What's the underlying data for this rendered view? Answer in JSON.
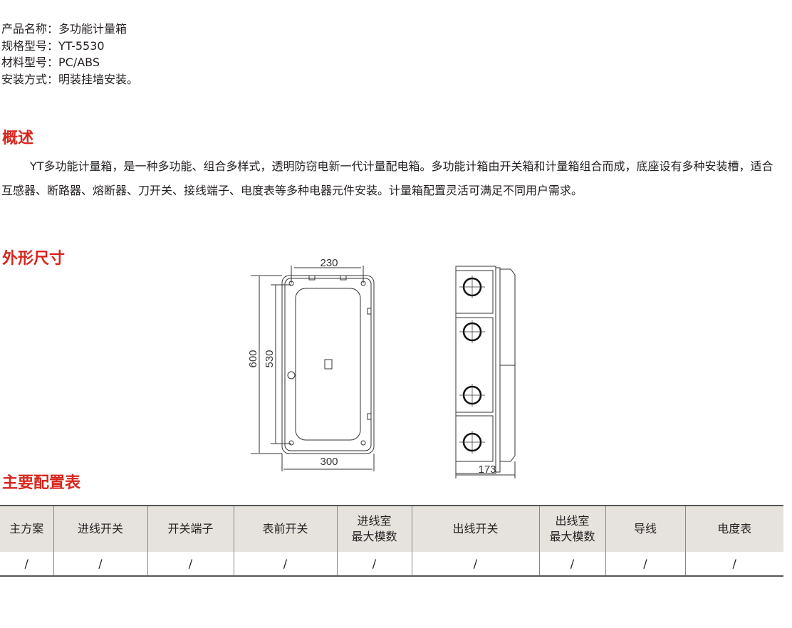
{
  "specs": [
    {
      "label": "产品名称：",
      "value": "多功能计量箱"
    },
    {
      "label": "规格型号：",
      "value": "YT-5530"
    },
    {
      "label": "材料型号：",
      "value": "PC/ABS"
    },
    {
      "label": "安装方式：",
      "value": "明装挂墙安装。"
    }
  ],
  "overview": {
    "title": "概述",
    "text": "YT多功能计量箱，是一种多功能、组合多样式，透明防窃电新一代计量配电箱。多功能计箱由开关箱和计量箱组合而成，底座设有多种安装槽，适合互感器、断路器、熔断器、刀开关、接线端子、电度表等多种电器元件安装。计量箱配置灵活可满足不同用户需求。"
  },
  "dimensions": {
    "title": "外形尺寸",
    "top_width": "230",
    "height_outer": "600",
    "height_inner": "530",
    "bottom_width": "300",
    "depth": "173"
  },
  "config": {
    "title": "主要配置表",
    "headers": [
      "主方案",
      "进线开关",
      "开关端子",
      "表前开关",
      "进线室\n最大模数",
      "出线开关",
      "出线室\n最大模数",
      "导线",
      "电度表"
    ],
    "row": [
      "/",
      "/",
      "/",
      "/",
      "/",
      "/",
      "/",
      "/",
      "/"
    ]
  }
}
